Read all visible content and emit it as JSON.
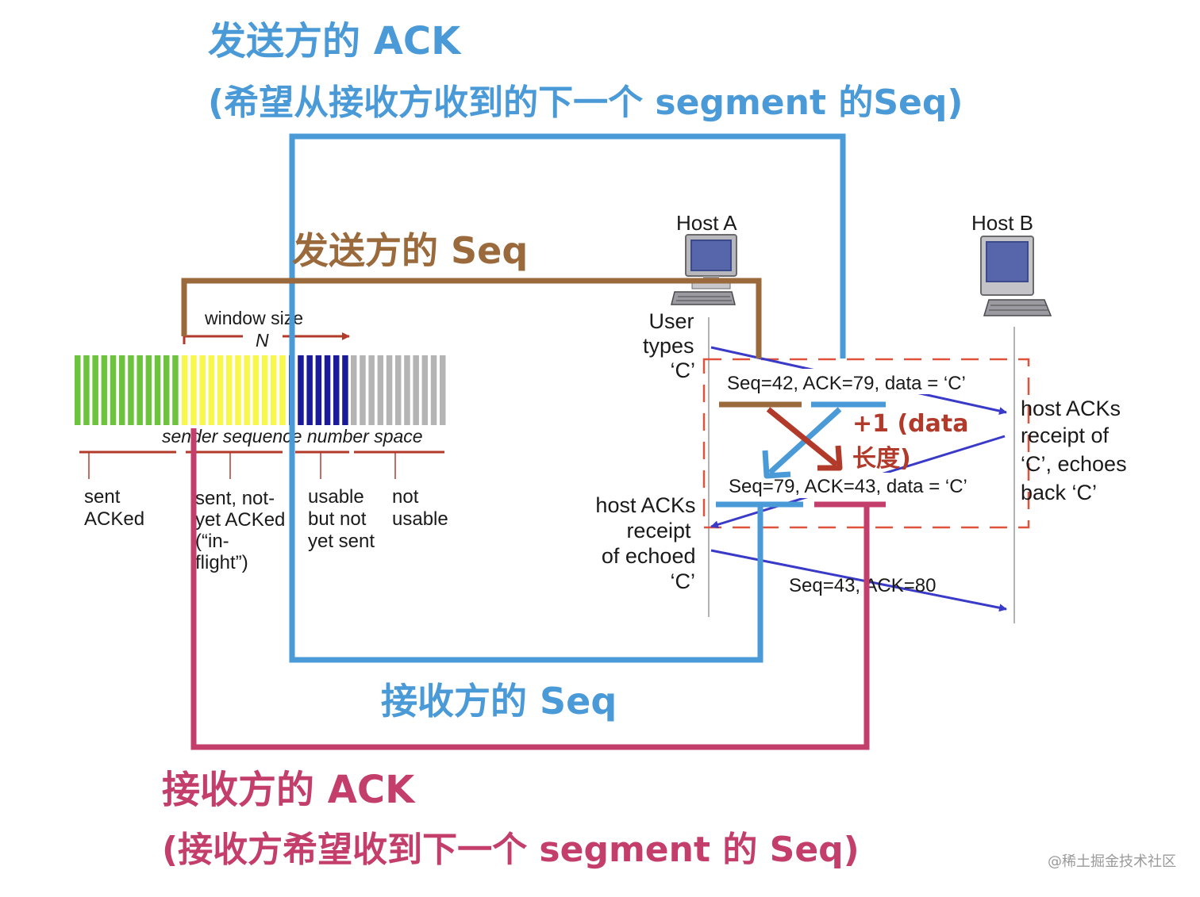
{
  "titles": {
    "sender_ack_line1": "发送方的 ACK",
    "sender_ack_line2": "(希望从接收方收到的下一个 segment 的Seq)",
    "sender_seq": "发送方的 Seq",
    "receiver_seq": "接收方的 Seq",
    "receiver_ack_line1": "接收方的 ACK",
    "receiver_ack_line2": "(接收方希望收到下一个 segment 的 Seq)"
  },
  "window": {
    "size_label": "window size",
    "n_label": "N",
    "space_label": "sender sequence number space",
    "categories": [
      {
        "lines": [
          "sent",
          "ACKed"
        ]
      },
      {
        "lines": [
          "sent, not-",
          "yet ACKed",
          "(“in-",
          "flight”)"
        ]
      },
      {
        "lines": [
          "usable",
          "but not",
          "yet sent"
        ]
      },
      {
        "lines": [
          "not",
          "usable"
        ]
      }
    ]
  },
  "hosts": {
    "host_a": "Host A",
    "host_b": "Host B"
  },
  "exchange": {
    "user_types": [
      "User",
      "types",
      "‘C’"
    ],
    "msg1": "Seq=42, ACK=79, data = ‘C’",
    "msg2": "Seq=79, ACK=43, data = ‘C’",
    "msg3": "Seq=43, ACK=80",
    "plus_one": [
      "+1 (data",
      "长度)"
    ],
    "host_b_note": [
      "host ACKs",
      "receipt of",
      "‘C’, echoes",
      "back ‘C’"
    ],
    "host_a_note": [
      "host ACKs",
      "receipt",
      "of echoed",
      "‘C’"
    ]
  },
  "watermark": "@稀土掘金技术社区",
  "colors": {
    "blue": "#4a9ad8",
    "brown": "#9a6a3c",
    "pink": "#c43e6c",
    "red": "#b23a2a",
    "arrow_blue": "#3a3ac8",
    "dashed_red": "#e0523c",
    "green": "#6cc43c",
    "yellow": "#f8f84c",
    "navy": "#1a1a9a",
    "gray": "#b4b4b4"
  }
}
